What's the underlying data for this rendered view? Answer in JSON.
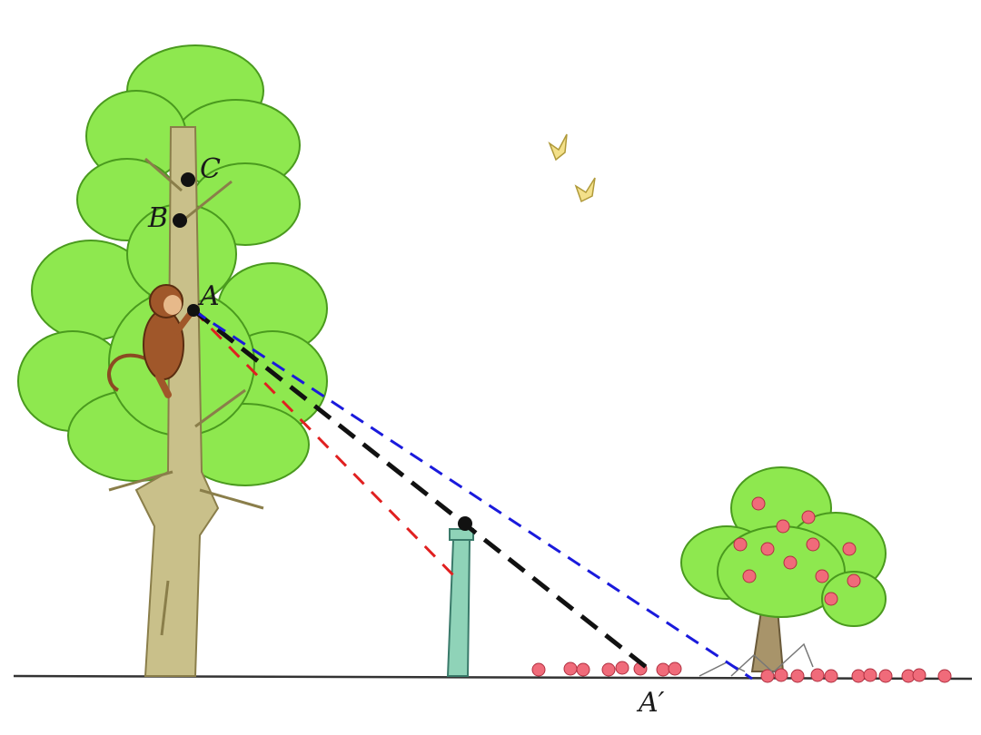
{
  "labels": {
    "c": "C",
    "b": "B",
    "a": "A",
    "a_prime": "A′"
  },
  "colors": {
    "foliage": "#8ee84f",
    "foliage_dark": "#5cb82a",
    "trunk": "#c9c08a",
    "trunk_dark": "#8a7e4a",
    "post": "#8fd3b8",
    "fruit": "#f06b7a",
    "ray_red": "#e02020",
    "ray_black": "#111111",
    "ray_blue": "#1a1adc",
    "bird": "#f3e08a"
  }
}
